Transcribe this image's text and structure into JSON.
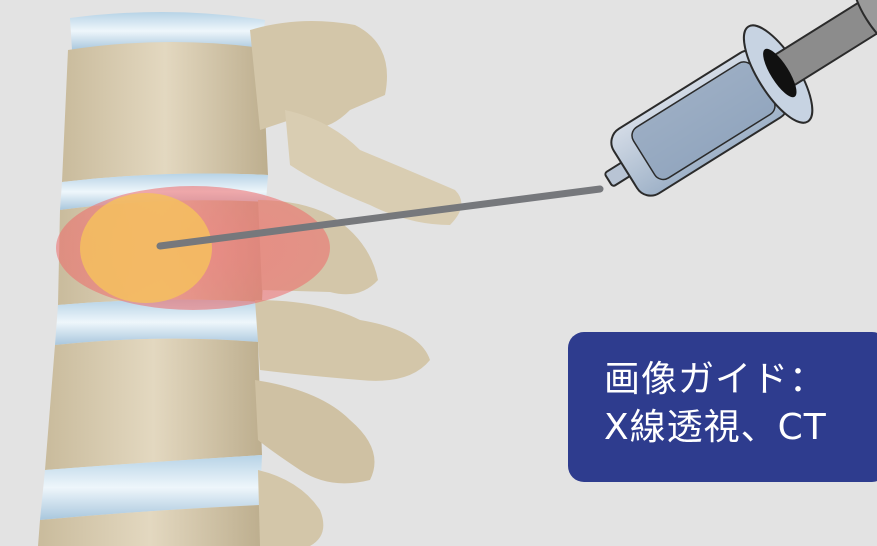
{
  "illustration": {
    "subject": "spine-vertebrae",
    "instrument": "syringe-needle",
    "target": "highlighted-vertebral-body",
    "highlight_colors": {
      "outer_zone": "#f07a7a",
      "inner_zone": "#f5c05e"
    },
    "background": "#e3e3e3",
    "bone_color": "#d7cbb1",
    "disc_color": "#cfe3ef"
  },
  "label": {
    "line1": "画像ガイド：",
    "line2": "X線透視、CT",
    "background": "#2e3c8e",
    "text_color": "#ffffff"
  }
}
